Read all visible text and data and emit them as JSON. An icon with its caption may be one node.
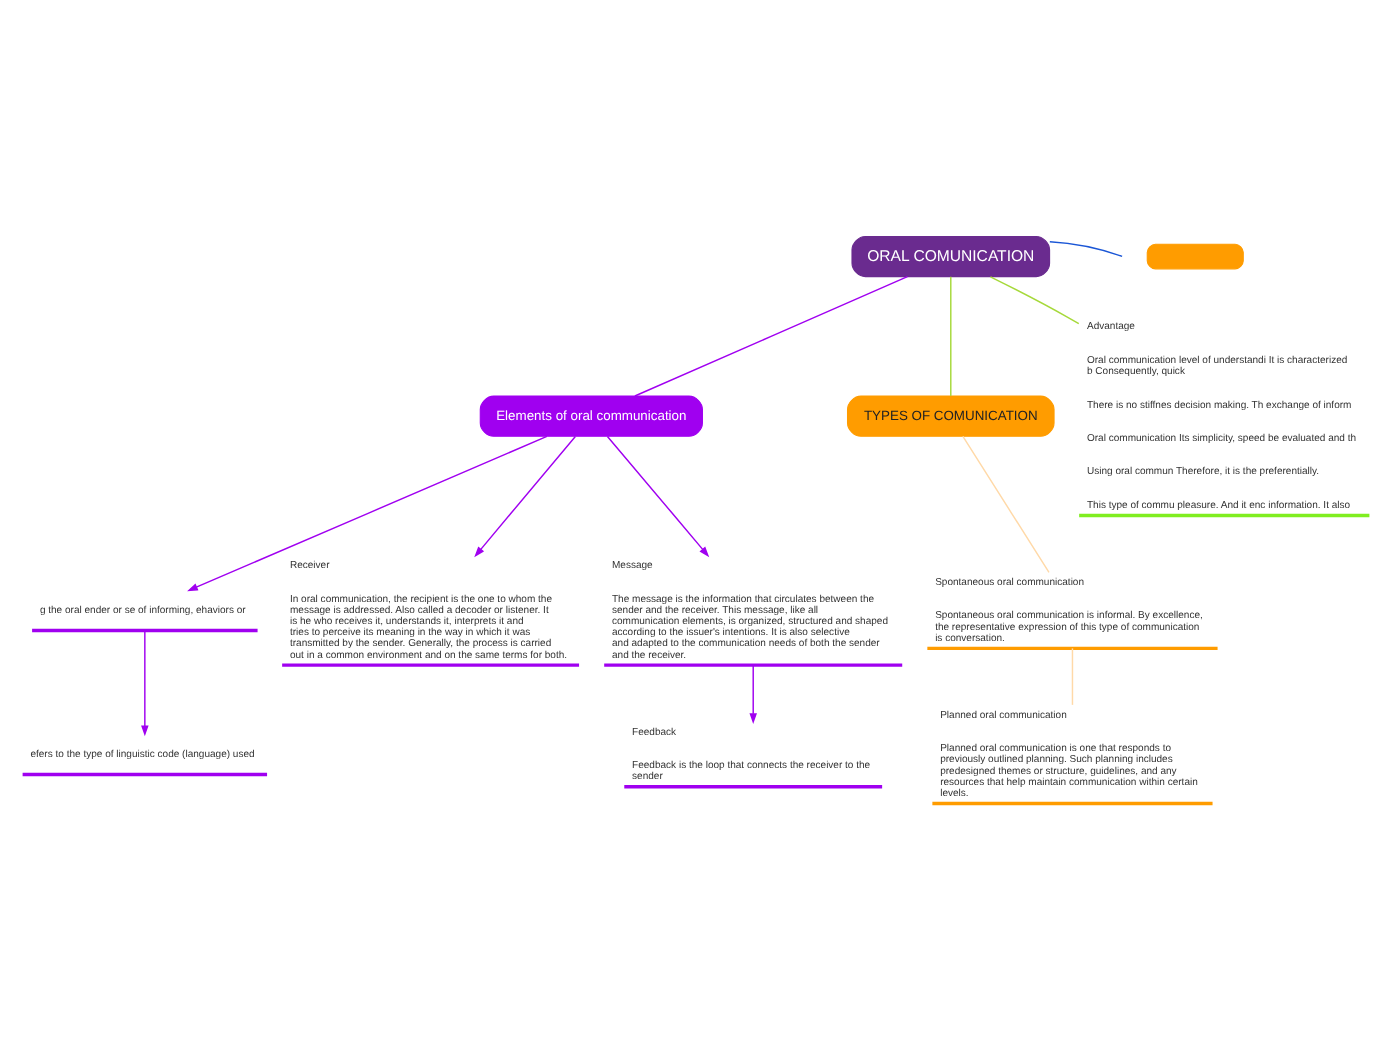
{
  "diagram": {
    "nodes": [
      {
        "text": [
          "ORAL COMUNICATION"
        ]
      },
      {
        "text": [
          "Elements of oral communication"
        ]
      },
      {
        "text": [
          "g the oral ender or se of informing, ehaviors or"
        ]
      },
      {
        "text": [
          "Receiver",
          "In oral communication, the recipient is the one to whom the message is addressed. Also called a decoder or listener. It is he who receives it, understands it, interprets it and tries to perceive its meaning in the way in which it was transmitted by the sender. Generally, the process is carried out in a common environment and on the same terms for both."
        ]
      },
      {
        "text": [
          "Message",
          "The message is the information that circulates between the sender and the receiver. This message, like all communication elements, is organized, structured and shaped according to the issuer's intentions. It is also selective and adapted to the communication needs of both the sender and the receiver."
        ]
      },
      {
        "text": [
          "efers to the type of linguistic code (language) used"
        ]
      },
      {
        "text": [
          "Feedback",
          "Feedback is the loop that connects the receiver to the sender"
        ]
      },
      {
        "text": [
          "TYPES OF COMUNICATION"
        ]
      },
      {
        "text": [
          "Spontaneous oral communication",
          "Spontaneous oral communication is informal. By excellence, the representative expression of this type of communication is conversation."
        ]
      },
      {
        "text": [
          "Planned oral communication",
          "Planned oral communication is one that responds to previously outlined planning. Such planning includes predesigned themes or structure, guidelines, and any resources that help maintain communication within certain levels."
        ]
      },
      {
        "text": [],
        "shape": "box"
      },
      {
        "text": [
          "Advantage",
          "Oral communication level of understandi It is characterized b Consequently, quick",
          "There is no stiffnes decision making. Th exchange of inform",
          "Oral communication Its simplicity, speed be evaluated and th",
          "Using oral commun Therefore, it is the preferentially.",
          "This type of commu pleasure. And it enc information. It also"
        ]
      }
    ],
    "edges": [
      {
        "from": 0,
        "to": null,
        "arrow": "none",
        "color": "#1a56d6"
      },
      {
        "from": 0,
        "to": 1,
        "arrow": "none"
      },
      {
        "from": 1,
        "to": 2,
        "arrow": "to"
      },
      {
        "from": 1,
        "to": 3,
        "arrow": "to"
      },
      {
        "from": 1,
        "to": 4,
        "arrow": "to"
      },
      {
        "from": 2,
        "to": 5,
        "arrow": "to"
      },
      {
        "from": 4,
        "to": 6,
        "arrow": "to"
      },
      {
        "from": 0,
        "to": 7,
        "arrow": "none",
        "color": "#a6d93a"
      },
      {
        "from": 7,
        "to": 8,
        "arrow": "none",
        "color": "#ffd9a8"
      },
      {
        "from": 8,
        "to": 9,
        "arrow": "none",
        "color": "#ffd9a8"
      },
      {
        "from": 0,
        "to": 11,
        "arrow": "none",
        "color": "#a6d93a"
      }
    ]
  }
}
